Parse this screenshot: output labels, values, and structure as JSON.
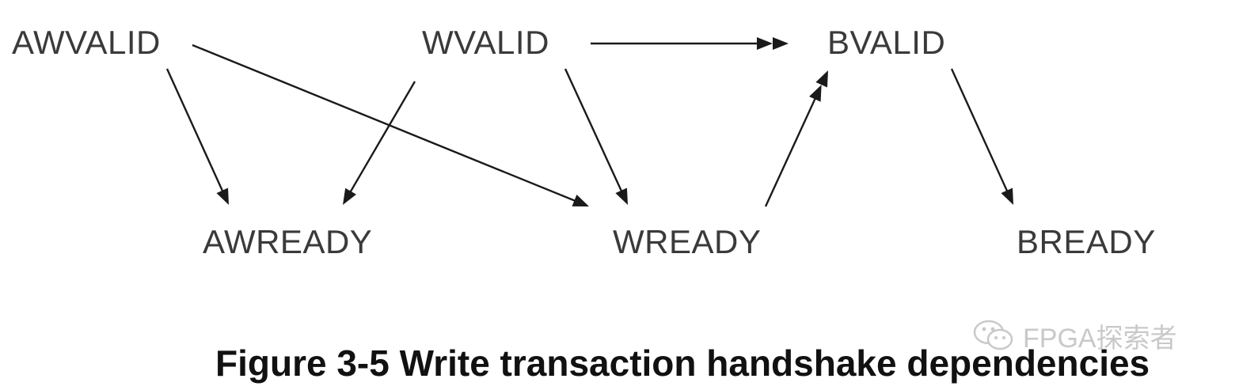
{
  "diagram": {
    "nodes": [
      {
        "id": "awvalid",
        "label": "AWVALID"
      },
      {
        "id": "wvalid",
        "label": "WVALID"
      },
      {
        "id": "bvalid",
        "label": "BVALID"
      },
      {
        "id": "awready",
        "label": "AWREADY"
      },
      {
        "id": "wready",
        "label": "WREADY"
      },
      {
        "id": "bready",
        "label": "BREADY"
      }
    ],
    "edges": [
      {
        "from": "awvalid",
        "to": "awready",
        "style": "single"
      },
      {
        "from": "awvalid",
        "to": "wready",
        "style": "single"
      },
      {
        "from": "wvalid",
        "to": "awready",
        "style": "single"
      },
      {
        "from": "wvalid",
        "to": "wready",
        "style": "single"
      },
      {
        "from": "wvalid",
        "to": "bvalid",
        "style": "double"
      },
      {
        "from": "wready",
        "to": "bvalid",
        "style": "double"
      },
      {
        "from": "bvalid",
        "to": "bready",
        "style": "single"
      }
    ],
    "caption": "Figure 3-5 Write transaction handshake dependencies",
    "watermark": "FPGA探索者",
    "colors": {
      "text": "#3a3a3a",
      "arrow": "#1a1a1a",
      "caption": "#111111",
      "watermark": "#b8b8b8"
    }
  }
}
